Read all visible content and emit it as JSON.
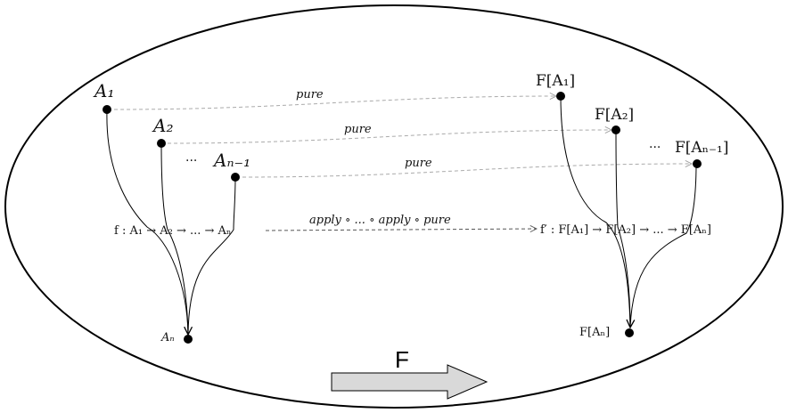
{
  "left": {
    "a1": "A₁",
    "a2": "A₂",
    "dots": "...",
    "an1": "Aₙ₋₁",
    "fn": "f : A₁ → A₂ → ... → Aₙ",
    "an": "Aₙ"
  },
  "right": {
    "fa1": "F[A₁]",
    "fa2": "F[A₂]",
    "dots": "...",
    "fan1": "F[Aₙ₋₁]",
    "fn": "f′ : F[A₁] → F[A₂] → ... → F[Aₙ]",
    "fan": "F[Aₙ]"
  },
  "arrows": {
    "pure1": "pure",
    "pure2": "pure",
    "pure3": "pure",
    "apply": "apply ∘ ... ∘ apply ∘ pure"
  },
  "functor": {
    "label": "F"
  },
  "colors": {
    "dashed": "#aaaaaa",
    "stroke": "#000000",
    "arrow_fill": "#d9d9d9"
  }
}
